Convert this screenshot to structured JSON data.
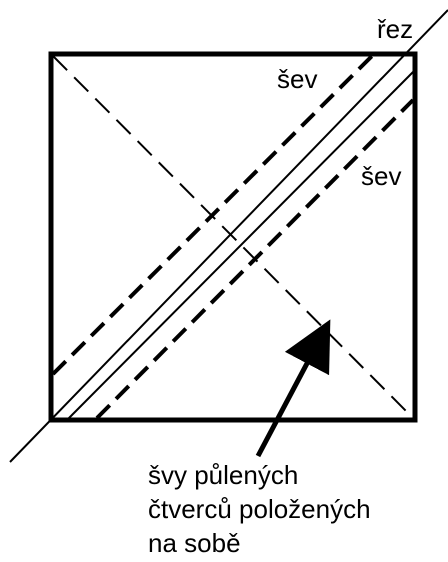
{
  "labels": {
    "cut": "řez",
    "seam_upper": "šev",
    "seam_lower": "šev"
  },
  "caption": {
    "line1": "švy půlených",
    "line2": "čtverců položených",
    "line3": "na sobě"
  },
  "colors": {
    "stroke": "#000000",
    "background": "#ffffff"
  }
}
